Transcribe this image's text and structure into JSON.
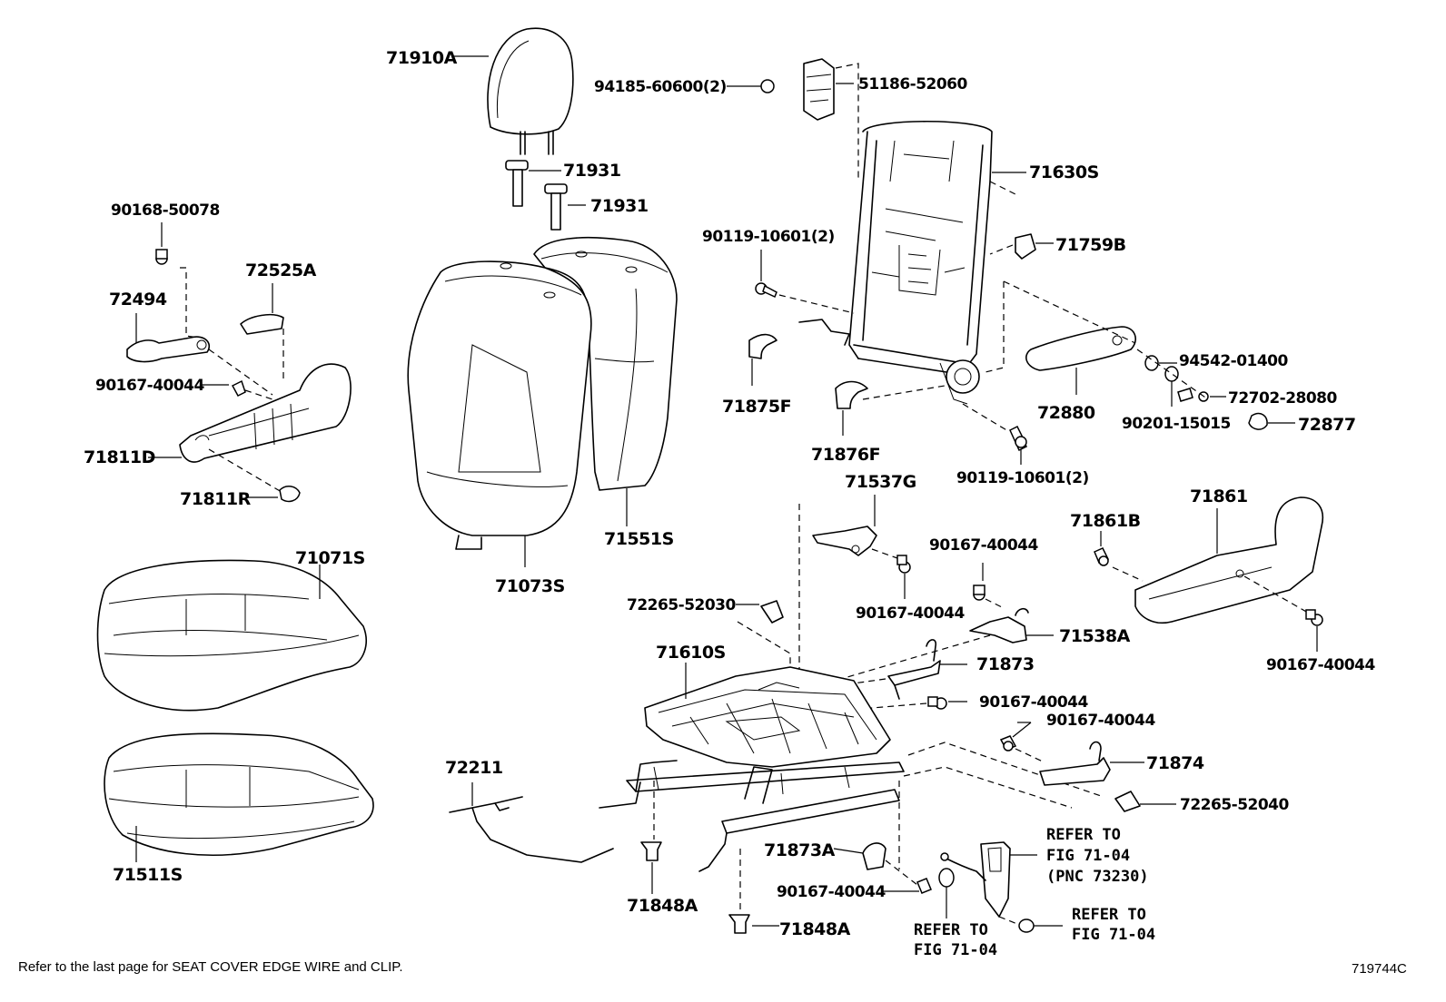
{
  "labels": {
    "headrest": "71910A",
    "hr_clip": "94185-60600(2)",
    "hr_support": "51186-52060",
    "guide_1": "71931",
    "guide_2": "71931",
    "back_frame": "71630S",
    "screw_90168": "90168-50078",
    "knob_72525A": "72525A",
    "lever_72494": "72494",
    "screw_40044_left": "90167-40044",
    "shield_71811D": "71811D",
    "clip_71811R": "71811R",
    "bolt_10601_top": "90119-10601(2)",
    "clip_71759B": "71759B",
    "washer_94542": "94542-01400",
    "screw_72702": "72702-28080",
    "armrest_72880": "72880",
    "washer_90201": "90201-15015",
    "cap_72877": "72877",
    "cover_71875F": "71875F",
    "cover_71876F": "71876F",
    "bolt_10601_bottom": "90119-10601(2)",
    "back_pad_71073S": "71073S",
    "back_cover_71551S": "71551S",
    "cushion_cover_71071S": "71071S",
    "cushion_pad_71511S": "71511S",
    "bracket_71537G": "71537G",
    "screw_40044_a": "90167-40044",
    "screw_40044_b": "90167-40044",
    "clip_72265_52030": "72265-52030",
    "bracket_71538A": "71538A",
    "shield_71861B": "71861B",
    "shield_71861": "71861",
    "screw_40044_right": "90167-40044",
    "cushion_frame_71610S": "71610S",
    "bracket_71873": "71873",
    "screw_40044_c": "90167-40044",
    "screw_40044_d": "90167-40044",
    "bracket_71874": "71874",
    "clip_72265_52040": "72265-52040",
    "wire_72211": "72211",
    "cover_71873A": "71873A",
    "screw_40044_e": "90167-40044",
    "cap_71848A_1": "71848A",
    "cap_71848A_2": "71848A"
  },
  "references": {
    "ref1_line1": "REFER TO",
    "ref1_line2": "FIG 71-04",
    "ref1_line3": "(PNC 73230)",
    "ref2_line1": "REFER TO",
    "ref2_line2": "FIG 71-04",
    "ref3_line1": "REFER TO",
    "ref3_line2": "FIG 71-04"
  },
  "footer": {
    "note": "Refer to the last page for SEAT COVER EDGE WIRE and CLIP.",
    "figure_id": "719744C"
  }
}
